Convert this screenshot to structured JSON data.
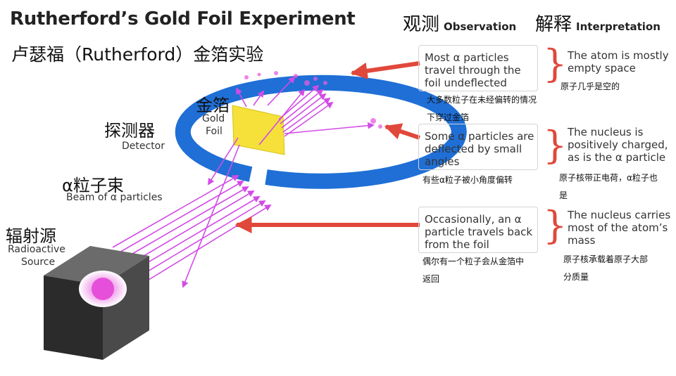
{
  "title_en": "Rutherford’s Gold Foil Experiment",
  "title_zh": "卢瑟福（Rutherford）金箔实验",
  "columns": {
    "observation_zh": "观测",
    "observation_en": "Observation",
    "interpretation_zh": "解释",
    "interpretation_en": "Interpretation"
  },
  "labels": {
    "gold_foil_zh": "金箔",
    "gold_foil_en_1": "Gold",
    "gold_foil_en_2": "Foil",
    "detector_zh": "探测器",
    "detector_en": "Detector",
    "beam_zh": "α粒子束",
    "beam_en": "Beam of α particles",
    "source_zh": "辐射源",
    "source_en_1": "Radioactive",
    "source_en_2": "Source"
  },
  "rows": [
    {
      "observation_en": "Most α particles travel through the foil undeflected",
      "observation_zh": "大多数粒子在未经偏转的情况下穿过金箔",
      "interpretation_en": "The atom is mostly empty space",
      "interpretation_zh": "原子几乎是空的"
    },
    {
      "observation_en": "Some α particles are deflected by small angles",
      "observation_zh": "有些α粒子被小角度偏转",
      "interpretation_en": "The nucleus is positively charged, as is the α particle",
      "interpretation_zh": "原子核带正电荷，α粒子也是"
    },
    {
      "observation_en": "Occasionally, an α particle travels back from the foil",
      "observation_zh": "偶尔有一个粒子会从金箔中返回",
      "interpretation_en": "The nucleus carries most of the atom’s mass",
      "interpretation_zh": "原子核承载着原子大部分质量"
    }
  ],
  "colors": {
    "ring": "#1f6fd6",
    "foil": "#f5e13a",
    "beam": "#d24be6",
    "arrow": "#e0483b",
    "box_border": "#d4d4d4",
    "source_box": "#2b2b2b"
  }
}
